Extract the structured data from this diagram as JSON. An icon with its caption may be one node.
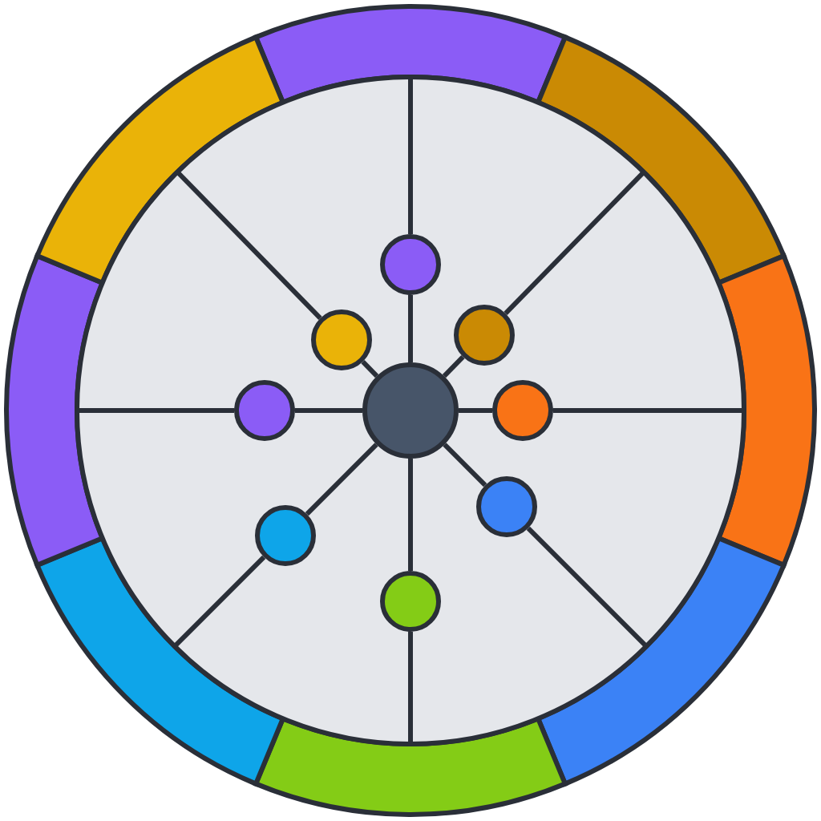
{
  "diagram": {
    "nodes": [
      {
        "text": [],
        "shape": "circle"
      },
      {
        "text": [],
        "shape": "circle"
      },
      {
        "text": [],
        "shape": "circle"
      },
      {
        "text": [],
        "shape": "circle"
      },
      {
        "text": [],
        "shape": "circle"
      },
      {
        "text": [],
        "shape": "circle"
      },
      {
        "text": [],
        "shape": "circle"
      },
      {
        "text": [],
        "shape": "circle"
      },
      {
        "text": [],
        "shape": "circle"
      }
    ],
    "edges": [
      {
        "from": 0,
        "to": 1,
        "arrow": "none"
      },
      {
        "from": 0,
        "to": 2,
        "arrow": "none"
      },
      {
        "from": 0,
        "to": 3,
        "arrow": "none"
      },
      {
        "from": 0,
        "to": 4,
        "arrow": "none"
      },
      {
        "from": 0,
        "to": 5,
        "arrow": "none"
      },
      {
        "from": 0,
        "to": 6,
        "arrow": "none"
      },
      {
        "from": 0,
        "to": 7,
        "arrow": "none"
      },
      {
        "from": 0,
        "to": 8,
        "arrow": "none"
      }
    ]
  }
}
